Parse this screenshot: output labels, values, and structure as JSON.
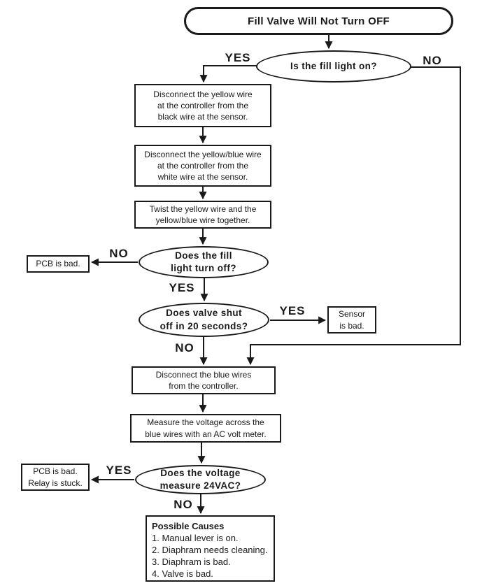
{
  "flowchart": {
    "title": "Fill Valve Will Not Turn OFF",
    "labels": {
      "yes": "YES",
      "no": "NO"
    },
    "decisions": {
      "fill_light_on": "Is the fill light on?",
      "fill_light_turn_off": "Does the fill\nlight turn off?",
      "valve_shut_off": "Does valve shut\noff in 20 seconds?",
      "voltage_24vac": "Does the voltage\nmeasure 24VAC?"
    },
    "steps": {
      "disconnect_yellow": "Disconnect the yellow wire\nat the controller from the\nblack wire at the sensor.",
      "disconnect_yellow_blue": "Disconnect the yellow/blue wire\nat the controller from the\nwhite wire at the sensor.",
      "twist_wires": "Twist the yellow wire and the\nyellow/blue wire together.",
      "disconnect_blue": "Disconnect the blue wires\nfrom the controller.",
      "measure_voltage": "Measure the voltage across the\nblue wires with an AC volt meter."
    },
    "outcomes": {
      "pcb_bad": "PCB is bad.",
      "sensor_bad": "Sensor\nis bad.",
      "pcb_relay_stuck": "PCB is bad.\nRelay is stuck.",
      "causes_heading": "Possible Causes",
      "causes": [
        "1. Manual lever is on.",
        "2. Diaphram needs cleaning.",
        "3. Diaphram is bad.",
        "4. Valve is bad."
      ]
    },
    "colors": {
      "ink": "#1a1a1a",
      "background": "#ffffff"
    }
  }
}
